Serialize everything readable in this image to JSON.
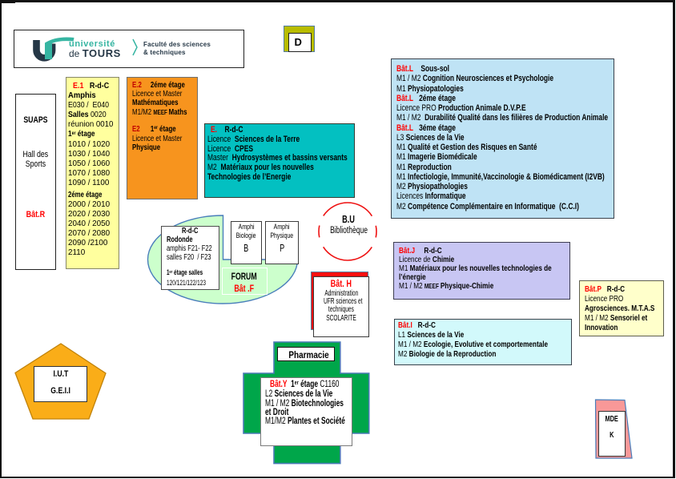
{
  "colors": {
    "red": "#FF0000",
    "dark_red": "#C00000",
    "black": "#000000",
    "navy": "#253746",
    "teal": "#36B5A2",
    "orange_box": "#F7941E",
    "teal_box": "#03C0C1",
    "yellow_box": "#FFFF9E",
    "blue_box": "#BFE3F5",
    "purple_box": "#C8C6F3",
    "cyan_box": "#D2F9FB",
    "pale_yellow_box": "#FFFFCB",
    "mint": "#CCFFCC",
    "green_cross": "#00A64A",
    "pentagon_orange": "#FAAD18",
    "salmon": "#F99898",
    "olive": "#B8BC00"
  },
  "logo": {
    "universite": "université",
    "de": "de ",
    "tours": "TOURS",
    "faculty_line1": "Faculté des sciences",
    "faculty_line2": "& techniques"
  },
  "d_building": {
    "label": "D"
  },
  "suaps": {
    "lines": [
      {
        "align": "center",
        "segs": [
          {
            "t": "SUAPS",
            "b": true
          }
        ]
      },
      {
        "align": "center",
        "mt": 30,
        "segs": [
          {
            "t": "Hall des"
          }
        ]
      },
      {
        "align": "center",
        "segs": [
          {
            "t": "Sports"
          }
        ]
      },
      {
        "align": "center",
        "mt": 50,
        "fs": 11,
        "segs": [
          {
            "t": "Bât.R",
            "b": true,
            "c": "red"
          }
        ]
      }
    ]
  },
  "e1": {
    "lines": [
      {
        "ml": 5.5,
        "sx": 0.86,
        "segs": [
          {
            "t": "E.1",
            "b": true,
            "c": "red"
          },
          {
            "t": "   "
          },
          {
            "t": "R-d-C",
            "b": true
          }
        ]
      },
      {
        "sx": 0.91,
        "segs": [
          {
            "t": "Amphis",
            "b": true
          }
        ]
      },
      {
        "sx": 0.85,
        "segs": [
          {
            "t": "E030 /  E040"
          }
        ]
      },
      {
        "sx": 0.85,
        "segs": [
          {
            "t": "Salles ",
            "b": true
          },
          {
            "t": "0020"
          }
        ]
      },
      {
        "sx": 0.93,
        "segs": [
          {
            "t": "réunion 0010"
          }
        ]
      },
      {
        "sx": 0.8,
        "segs": [
          {
            "t": "1",
            "b": true
          },
          {
            "t": "er",
            "b": true,
            "sup": true
          },
          {
            "t": " étage",
            "b": true
          }
        ]
      },
      [
        {
          "t": "1010 / 1020"
        }
      ],
      [
        {
          "t": "1030 / 1040"
        }
      ],
      [
        {
          "t": "1050 / 1060"
        }
      ],
      [
        {
          "t": "1070 / 1080"
        }
      ],
      [
        {
          "t": "1090 / 1100"
        }
      ],
      {
        "sx": 0.75,
        "mt": 2.6,
        "segs": [
          {
            "t": "2éme étage",
            "b": true
          }
        ]
      },
      [
        {
          "t": "2000 / 2010"
        }
      ],
      [
        {
          "t": "2020 / 2030"
        }
      ],
      [
        {
          "t": "2040 / 2050"
        }
      ],
      [
        {
          "t": "2070 / 2080"
        }
      ],
      [
        {
          "t": "2090 /2100"
        }
      ],
      [
        {
          "t": "2110"
        }
      ]
    ]
  },
  "e2": {
    "lines": [
      [
        {
          "t": "E.2",
          "b": true,
          "c": "dark_red"
        },
        {
          "t": "     "
        },
        {
          "t": "2éme étage",
          "b": true
        }
      ],
      [
        {
          "t": "Licence et Master"
        }
      ],
      [
        {
          "t": "Mathématiques",
          "b": true
        }
      ],
      [
        {
          "t": "M1/M2 "
        },
        {
          "t": "MEEF ",
          "b": true,
          "sm": true
        },
        {
          "t": "Maths",
          "b": true
        }
      ],
      {
        "mt": 10,
        "segs": [
          {
            "t": "E2",
            "b": true,
            "c": "dark_red"
          },
          {
            "t": "      "
          },
          {
            "t": "1",
            "b": true
          },
          {
            "t": "er",
            "b": true,
            "sup": true
          },
          {
            "t": " étage",
            "b": true
          }
        ]
      },
      [
        {
          "t": "Licence et Master"
        }
      ],
      [
        {
          "t": "Physique",
          "b": true
        }
      ]
    ]
  },
  "e_terre": {
    "lines": [
      {
        "ml": 4,
        "segs": [
          {
            "t": "E.",
            "b": true,
            "c": "red"
          },
          {
            "t": "    "
          },
          {
            "t": "R-d-C",
            "b": true
          }
        ]
      },
      [
        {
          "t": "Licence  "
        },
        {
          "t": "Sciences de la Terre",
          "b": true
        }
      ],
      [
        {
          "t": "Licence  "
        },
        {
          "t": "CPES",
          "b": true
        }
      ],
      [
        {
          "t": "Master  "
        },
        {
          "t": "Hydrosystèmes et bassins versants",
          "b": true
        }
      ],
      [
        {
          "t": "M2  "
        },
        {
          "t": "Matériaux pour les nouvelles",
          "b": true
        }
      ],
      [
        {
          "t": "Technologies de l’Energie",
          "b": true
        }
      ]
    ]
  },
  "batl": {
    "lines": [
      [
        {
          "t": "Bât.L",
          "b": true,
          "c": "red"
        },
        {
          "t": "    "
        },
        {
          "t": "Sous-sol",
          "b": true
        }
      ],
      [
        {
          "t": "M1 / M2 "
        },
        {
          "t": "Cognition Neurosciences et Psychologie",
          "b": true
        }
      ],
      [
        {
          "t": "M1 "
        },
        {
          "t": "Physiopatologies",
          "b": true
        }
      ],
      [
        {
          "t": "Bât.L",
          "b": true,
          "c": "red"
        },
        {
          "t": "   "
        },
        {
          "t": "2éme étage",
          "b": true
        }
      ],
      [
        {
          "t": "Licence PRO "
        },
        {
          "t": "Production Animale D.V.P.E",
          "b": true
        }
      ],
      [
        {
          "t": "M1 / M2  "
        },
        {
          "t": "Durabilité Qualité dans les filières de Production Animale",
          "b": true
        }
      ],
      [
        {
          "t": "Bât.L",
          "b": true,
          "c": "red"
        },
        {
          "t": "   "
        },
        {
          "t": "3éme étage",
          "b": true
        }
      ],
      [
        {
          "t": "L3 "
        },
        {
          "t": "Sciences de la Vie",
          "b": true
        }
      ],
      [
        {
          "t": "M1 "
        },
        {
          "t": "Qualité et Gestion des Risques en Santé",
          "b": true
        }
      ],
      [
        {
          "t": "M1 "
        },
        {
          "t": "Imagerie Biomédicale",
          "b": true
        }
      ],
      [
        {
          "t": "M1 "
        },
        {
          "t": "Reproduction",
          "b": true
        }
      ],
      [
        {
          "t": "M1 "
        },
        {
          "t": "Infectiologie, Immunité,Vaccinologie & Biomédicament (I2VB)",
          "b": true
        }
      ],
      [
        {
          "t": "M2 "
        },
        {
          "t": "Physiopathologies",
          "b": true
        }
      ],
      [
        {
          "t": "Licences "
        },
        {
          "t": "Informatique",
          "b": true
        }
      ],
      [
        {
          "t": "M2 "
        },
        {
          "t": "Compétence Complémentaire en Informatique  (C.C.I)",
          "b": true
        }
      ]
    ]
  },
  "rodonde": {
    "lines": [
      {
        "align": "center",
        "segs": [
          {
            "t": "R-d-C",
            "b": true
          }
        ]
      },
      [
        {
          "t": "Rodonde",
          "b": true
        }
      ],
      [
        {
          "t": "amphis F21- F22"
        }
      ],
      [
        {
          "t": "salles F20  / F23"
        }
      ],
      {
        "mt": 7,
        "fs": 9.4,
        "sx": 0.68,
        "segs": [
          {
            "t": "1",
            "b": true
          },
          {
            "t": "er",
            "b": true,
            "sup": true
          },
          {
            "t": " étage salles",
            "b": true
          }
        ]
      },
      {
        "fs": 9.6,
        "sx": 0.68,
        "segs": [
          {
            "t": "120/121/122/123"
          }
        ]
      }
    ]
  },
  "amphi_bio": {
    "lines": [
      {
        "align": "center",
        "segs": [
          {
            "t": "Amphi"
          }
        ]
      },
      {
        "align": "center",
        "segs": [
          {
            "t": "Biologie"
          }
        ]
      },
      {
        "align": "center",
        "mt": 5,
        "fs": 12.5,
        "segs": [
          {
            "t": "B"
          }
        ]
      }
    ]
  },
  "amphi_phy": {
    "lines": [
      {
        "align": "center",
        "segs": [
          {
            "t": "Amphi"
          }
        ]
      },
      {
        "align": "center",
        "segs": [
          {
            "t": "Physique"
          }
        ]
      },
      {
        "align": "center",
        "mt": 5,
        "fs": 12.5,
        "segs": [
          {
            "t": "P"
          }
        ]
      }
    ]
  },
  "forum": {
    "lines": [
      {
        "align": "center",
        "segs": [
          {
            "t": "FORUM",
            "b": true
          }
        ]
      },
      {
        "align": "center",
        "fs": 12,
        "segs": [
          {
            "t": "Bât .F",
            "b": true,
            "c": "red"
          }
        ]
      }
    ]
  },
  "bu": {
    "lines": [
      {
        "align": "center",
        "fs": 12.8,
        "sx": 0.72,
        "segs": [
          {
            "t": "B.U",
            "b": true
          }
        ]
      },
      {
        "align": "center",
        "segs": [
          {
            "t": "Bibliothèque"
          }
        ]
      }
    ]
  },
  "bath": {
    "lines": [
      {
        "align": "center",
        "fs": 12.3,
        "lh": 13.5,
        "sx": 0.74,
        "segs": [
          {
            "t": "Bât. H",
            "b": true,
            "c": "red"
          }
        ]
      },
      {
        "align": "center",
        "segs": [
          {
            "t": "Administration"
          }
        ]
      },
      {
        "align": "center",
        "segs": [
          {
            "t": "UFR sciences et"
          }
        ]
      },
      {
        "align": "center",
        "segs": [
          {
            "t": "techniques"
          }
        ]
      },
      {
        "align": "center",
        "segs": [
          {
            "t": "SCOLARITE"
          }
        ]
      }
    ]
  },
  "pharmacie": {
    "label": "Pharmacie"
  },
  "baty": {
    "lines": [
      {
        "ml": 6,
        "segs": [
          {
            "t": "Bât.Y",
            "b": true,
            "c": "red"
          },
          {
            "t": "  "
          },
          {
            "t": "1",
            "b": true
          },
          {
            "t": "er",
            "b": true,
            "sup": true
          },
          {
            "t": " étage ",
            "b": true
          },
          {
            "t": "C1160"
          }
        ]
      },
      [
        {
          "t": "L2 "
        },
        {
          "t": "Sciences de la Vie",
          "b": true
        }
      ],
      [
        {
          "t": "M1 / M2 "
        },
        {
          "t": "Biotechnologies",
          "b": true
        }
      ],
      [
        {
          "t": "et Droit",
          "b": true
        }
      ],
      [
        {
          "t": "M1/M2 "
        },
        {
          "t": "Plantes et Société",
          "b": true
        }
      ]
    ]
  },
  "batj": {
    "lines": [
      [
        {
          "t": "Bât.J",
          "b": true,
          "c": "red"
        },
        {
          "t": "     "
        },
        {
          "t": "R-d-C",
          "b": true
        }
      ],
      [
        {
          "t": "Licence de "
        },
        {
          "t": "Chimie",
          "b": true
        }
      ],
      [
        {
          "t": "M1 "
        },
        {
          "t": "Matériaux pour les nouvelles technologies de",
          "b": true
        }
      ],
      [
        {
          "t": "l’énergie",
          "b": true
        }
      ],
      [
        {
          "t": "M1 / M2 "
        },
        {
          "t": "MEEF ",
          "b": true,
          "sm": true
        },
        {
          "t": "Physique-Chimie",
          "b": true
        }
      ]
    ]
  },
  "batp": {
    "lines": [
      [
        {
          "t": "Bât.P",
          "b": true,
          "c": "red"
        },
        {
          "t": "   "
        },
        {
          "t": "R-d-C",
          "b": true
        }
      ],
      [
        {
          "t": "Licence PRO"
        }
      ],
      [
        {
          "t": "Agrosciences. M.T.A.S",
          "b": true
        }
      ],
      [
        {
          "t": "M1 / M2 "
        },
        {
          "t": "Sensoriel et",
          "b": true
        }
      ],
      [
        {
          "t": "Innovation",
          "b": true
        }
      ]
    ]
  },
  "bati": {
    "lines": [
      [
        {
          "t": "Bât.I",
          "b": true,
          "c": "red"
        },
        {
          "t": "   "
        },
        {
          "t": "R-d-C",
          "b": true
        }
      ],
      [
        {
          "t": "L1 "
        },
        {
          "t": "Sciences de la Vie",
          "b": true
        }
      ],
      [
        {
          "t": "M1 / M2 "
        },
        {
          "t": "Ecologie, Evolutive et comportementale",
          "b": true
        }
      ],
      [
        {
          "t": "M2 "
        },
        {
          "t": "Biologie de la Reproduction",
          "b": true
        }
      ]
    ]
  },
  "iut": {
    "lines": [
      {
        "align": "center",
        "segs": [
          {
            "t": "I.U.T",
            "b": true
          }
        ]
      },
      {
        "align": "center",
        "mt": 8,
        "segs": [
          {
            "t": "G.E.I.I",
            "b": true
          }
        ]
      }
    ]
  },
  "mde": {
    "lines": [
      {
        "align": "center",
        "segs": [
          {
            "t": "MDE",
            "b": true
          }
        ]
      },
      {
        "align": "center",
        "mt": 8,
        "segs": [
          {
            "t": "K",
            "b": true
          }
        ]
      }
    ]
  }
}
